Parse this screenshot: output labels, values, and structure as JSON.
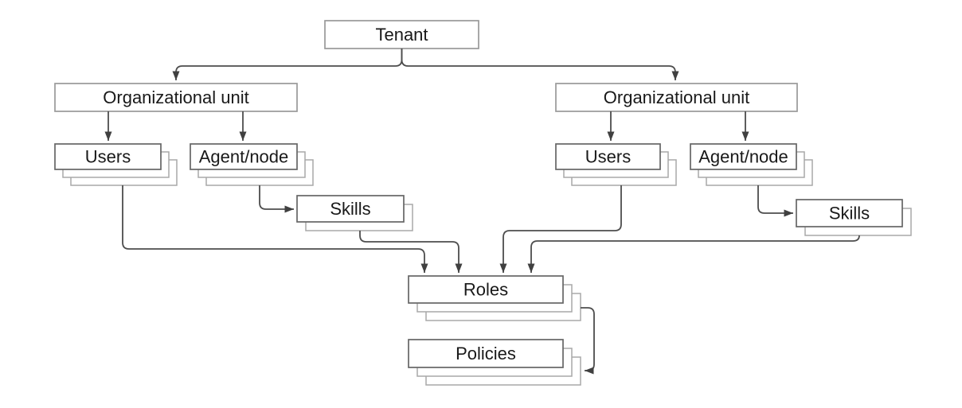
{
  "diagram": {
    "type": "hierarchy-flowchart",
    "background": "#ffffff",
    "colors": {
      "box_fill": "#ffffff",
      "single_box_border": "#999999",
      "stack_main_border": "#666666",
      "stack_copy_border": "#a8a8a8",
      "edge": "#4d4d4d",
      "arrowhead": "#404040",
      "text": "#191919"
    },
    "nodes": {
      "tenant": {
        "label": "Tenant",
        "stacked": false,
        "layers": 1
      },
      "ou_left": {
        "label": "Organizational unit",
        "stacked": false,
        "layers": 1
      },
      "ou_right": {
        "label": "Organizational unit",
        "stacked": false,
        "layers": 1
      },
      "users_left": {
        "label": "Users",
        "stacked": true,
        "layers": 3
      },
      "agent_left": {
        "label": "Agent/node",
        "stacked": true,
        "layers": 3
      },
      "skills_left": {
        "label": "Skills",
        "stacked": true,
        "layers": 2
      },
      "users_right": {
        "label": "Users",
        "stacked": true,
        "layers": 3
      },
      "agent_right": {
        "label": "Agent/node",
        "stacked": true,
        "layers": 3
      },
      "skills_right": {
        "label": "Skills",
        "stacked": true,
        "layers": 2
      },
      "roles": {
        "label": "Roles",
        "stacked": true,
        "layers": 3
      },
      "policies": {
        "label": "Policies",
        "stacked": true,
        "layers": 3
      }
    },
    "edges": [
      {
        "from": "tenant",
        "to": "ou_left"
      },
      {
        "from": "tenant",
        "to": "ou_right"
      },
      {
        "from": "ou_left",
        "to": "users_left"
      },
      {
        "from": "ou_left",
        "to": "agent_left"
      },
      {
        "from": "agent_left",
        "to": "skills_left"
      },
      {
        "from": "ou_right",
        "to": "users_right"
      },
      {
        "from": "ou_right",
        "to": "agent_right"
      },
      {
        "from": "agent_right",
        "to": "skills_right"
      },
      {
        "from": "users_left",
        "to": "roles"
      },
      {
        "from": "skills_left",
        "to": "roles"
      },
      {
        "from": "users_right",
        "to": "roles"
      },
      {
        "from": "skills_right",
        "to": "roles"
      },
      {
        "from": "roles",
        "to": "policies"
      }
    ]
  }
}
